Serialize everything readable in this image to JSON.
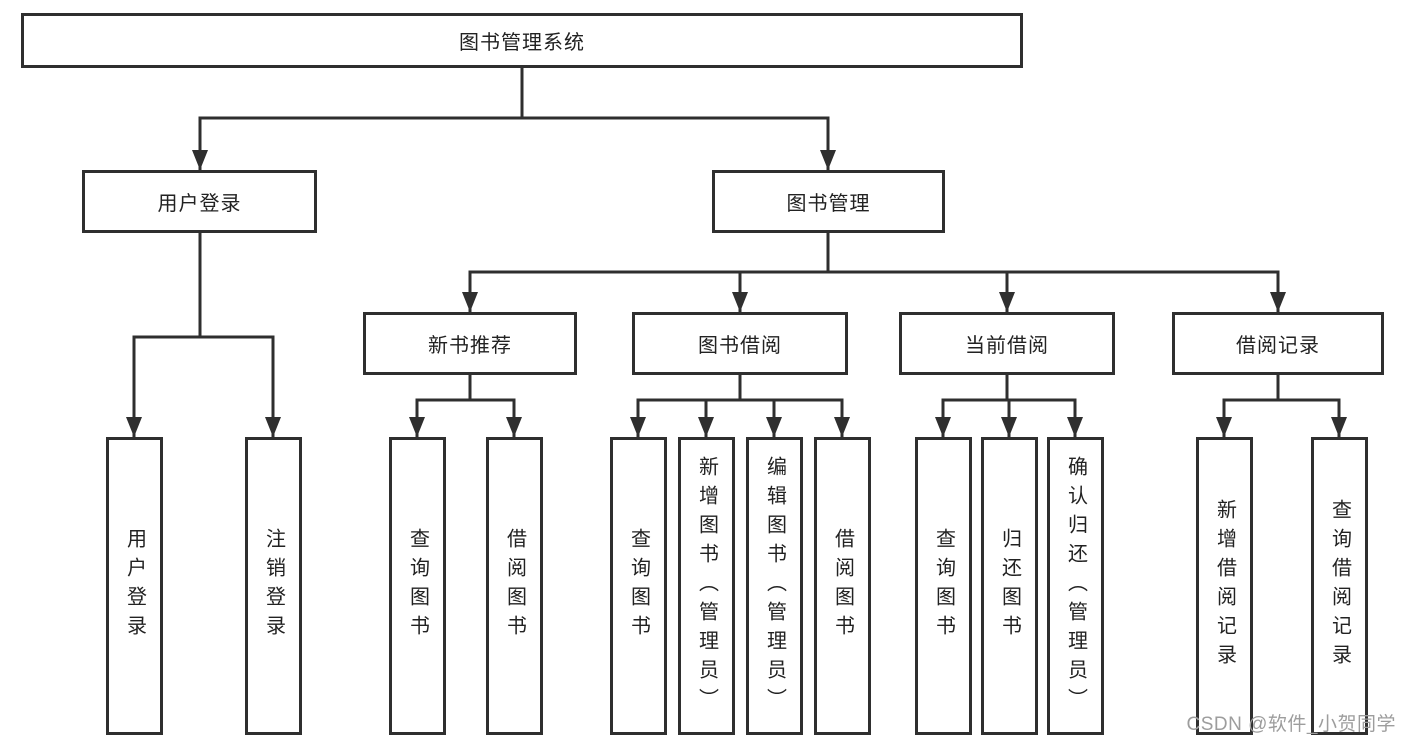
{
  "diagram": {
    "colors": {
      "line": "#2f2f2f",
      "box_border": "#2f2f2f",
      "text": "#222222",
      "watermark": "#9d9d9d",
      "background": "#ffffff"
    },
    "nodes": {
      "root": {
        "label": "图书管理系统"
      },
      "user_login": {
        "label": "用户登录"
      },
      "book_mgmt": {
        "label": "图书管理"
      },
      "new_book_rec": {
        "label": "新书推荐"
      },
      "book_borrow": {
        "label": "图书借阅"
      },
      "current_borrow": {
        "label": "当前借阅"
      },
      "borrow_record": {
        "label": "借阅记录"
      },
      "leaf_user_login": {
        "label": "用户登录"
      },
      "leaf_logout": {
        "label": "注销登录"
      },
      "leaf_query_book_1": {
        "label": "查询图书"
      },
      "leaf_borrow_book_1": {
        "label": "借阅图书"
      },
      "leaf_query_book_2": {
        "label": "查询图书"
      },
      "leaf_add_book": {
        "label": "新增图书（管理员）"
      },
      "leaf_edit_book": {
        "label": "编辑图书（管理员）"
      },
      "leaf_borrow_book_2": {
        "label": "借阅图书"
      },
      "leaf_query_book_3": {
        "label": "查询图书"
      },
      "leaf_return_book": {
        "label": "归还图书"
      },
      "leaf_confirm_return": {
        "label": "确认归还（管理员）"
      },
      "leaf_add_record": {
        "label": "新增借阅记录"
      },
      "leaf_query_record": {
        "label": "查询借阅记录"
      }
    },
    "watermark": "CSDN @软件_小贺同学"
  }
}
